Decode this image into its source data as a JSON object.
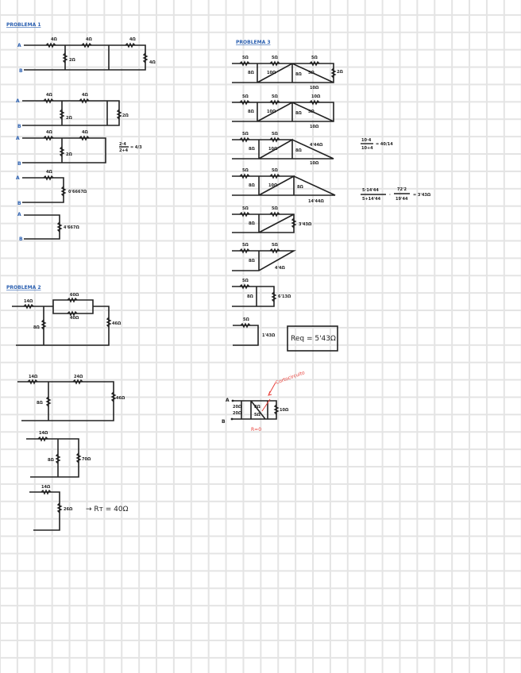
{
  "problem1": {
    "title": "PROBLEMA 1",
    "node_a": "A",
    "node_b": "B",
    "c1": {
      "r1": "4Ω",
      "r2": "4Ω",
      "r3": "4Ω",
      "r4": "2Ω",
      "r5": "4Ω"
    },
    "c2": {
      "r1": "4Ω",
      "r2": "4Ω",
      "r3": "2Ω",
      "r4": "2Ω"
    },
    "c3": {
      "r1": "4Ω",
      "r2": "4Ω",
      "r3": "2Ω",
      "formula_num": "2·4",
      "formula_den": "2+4",
      "formula_res": "= 4/3"
    },
    "c4": {
      "r1": "4Ω",
      "r2": "0'6667Ω"
    },
    "c5": {
      "r1": "4'667Ω"
    }
  },
  "problem2": {
    "title": "PROBLEMA 2",
    "c1": {
      "r1": "14Ω",
      "r2": "60Ω",
      "r3": "40Ω",
      "r4": "8Ω",
      "r5": "46Ω"
    },
    "c2": {
      "r1": "14Ω",
      "r2": "24Ω",
      "r3": "8Ω",
      "r4": "46Ω"
    },
    "c3": {
      "r1": "14Ω",
      "r2": "8Ω",
      "r3": "70Ω"
    },
    "c4": {
      "r1": "14Ω",
      "r2": "26Ω",
      "result": "→ Rт = 40Ω"
    }
  },
  "problem3": {
    "title": "PROBLEMA 3",
    "labels": {
      "a": "5Ω",
      "b": "5Ω",
      "c": "5Ω",
      "d": "8Ω",
      "e": "10Ω",
      "f": "8Ω",
      "g": "5Ω",
      "h": "2Ω",
      "i": "10Ω",
      "j": "4'44Ω",
      "k": "14'44Ω",
      "l": "3'43Ω",
      "m": "4'4Ω",
      "n": "6'13Ω",
      "o": "1'43Ω"
    },
    "formula1": {
      "num": "10·4",
      "den": "10+4",
      "res": "= 40/14"
    },
    "formula2": {
      "num": "5·14'44",
      "den": "5+14'44",
      "num2": "72'2",
      "den2": "19'44",
      "res": "= 3'43Ω"
    },
    "req": "Req = 5'43Ω",
    "last": {
      "node_a": "A",
      "node_b": "B",
      "r1": "20Ω",
      "r2": "20Ω",
      "r3": "8Ω",
      "r4": "5Ω",
      "r5": "10Ω",
      "note": "Cortocircuito",
      "r_zero": "R=0"
    }
  }
}
